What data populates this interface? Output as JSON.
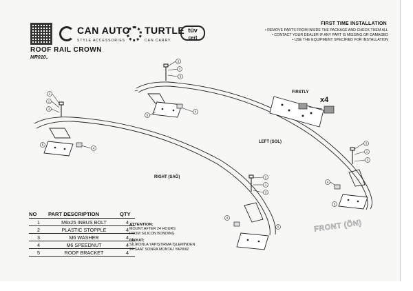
{
  "header": {
    "brand1": "CAN AUTO",
    "brand1_sub": "STYLE ACCESSORIES",
    "brand2": "TURTLE",
    "brand2_sub": "CAN CARRY",
    "cert": "tüv",
    "cert2": "cert"
  },
  "instructions": {
    "title": "FIRST TIME INSTALLATION",
    "items": [
      "• REMOVE PARTS FROM INSIDE THE PACKAGE AND CHECK THEM ALL",
      "• CONTACT YOUR DEALER IF ANY PART IS MISSING OR DAMAGED",
      "• USE THE EQUIPMENT SPECIFIED FOR INSTALLATION"
    ]
  },
  "document": {
    "title": "ROOF RAIL CROWN",
    "code": "MR010.."
  },
  "drawing": {
    "firstly": "FIRSTLY",
    "x4": "x4",
    "left": "LEFT (SOL)",
    "right": "RIGHT (SAĞ)",
    "front": "FRONT (ÖN)"
  },
  "parts_table": {
    "headers": [
      "NO",
      "PART DESCRIPTION",
      "QTY"
    ],
    "rows": [
      [
        "1",
        "M6x25 INBUS BOLT",
        "4"
      ],
      [
        "2",
        "PLASTIC STOPPLE",
        "4"
      ],
      [
        "3",
        "M6 WASHER",
        "4"
      ],
      [
        "4",
        "M6 SPEEDNUT",
        "4"
      ],
      [
        "5",
        "ROOF BRACKET",
        "4"
      ]
    ]
  },
  "attention": {
    "title": "ATTENTION;",
    "lines": [
      "MOUNT AFTER 24 HOURS",
      "FROM SILICON BONDING"
    ]
  },
  "dikkat": {
    "title": "DİKKAT;",
    "lines": [
      "SİLİKONLA YAPIŞTIRMA İŞLEMİNDEN",
      "24 SAAT SONRA MONTAJ YAPINIZ"
    ]
  },
  "colors": {
    "ink": "#111111",
    "paper": "#f7f7f5"
  }
}
